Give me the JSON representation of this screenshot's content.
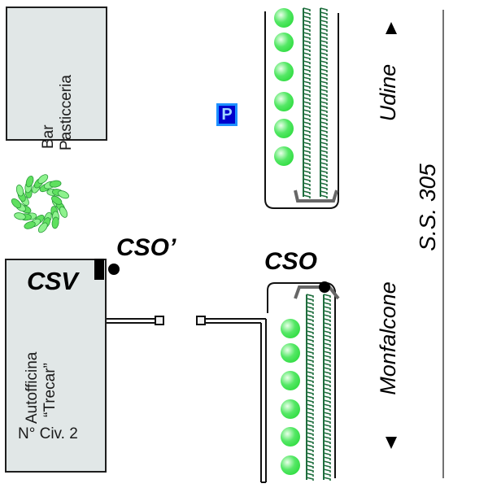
{
  "map": {
    "buildings": [
      {
        "id": "bar",
        "lines": [
          "Bar",
          "Pasticceria"
        ]
      },
      {
        "id": "autofficina",
        "lines": [
          "Autofficina",
          "“Trecar”"
        ],
        "civic": "N° Civ. 2",
        "label": "CSV"
      }
    ],
    "labels": {
      "cso_prime": "CSO’",
      "cso": "CSO",
      "road": "S.S. 305",
      "dir_north": "Udine",
      "dir_south": "Monfalcone"
    },
    "icons": {
      "parking": "P",
      "tree": "tree-icon"
    },
    "colors": {
      "building_fill": "#e1e7e7",
      "hedge_dark": "#1f6e3e",
      "shrub_green": "#33dd44",
      "parking_blue": "#1e90ff",
      "parking_dark": "#0000cc",
      "curb_gray": "#666666"
    }
  }
}
